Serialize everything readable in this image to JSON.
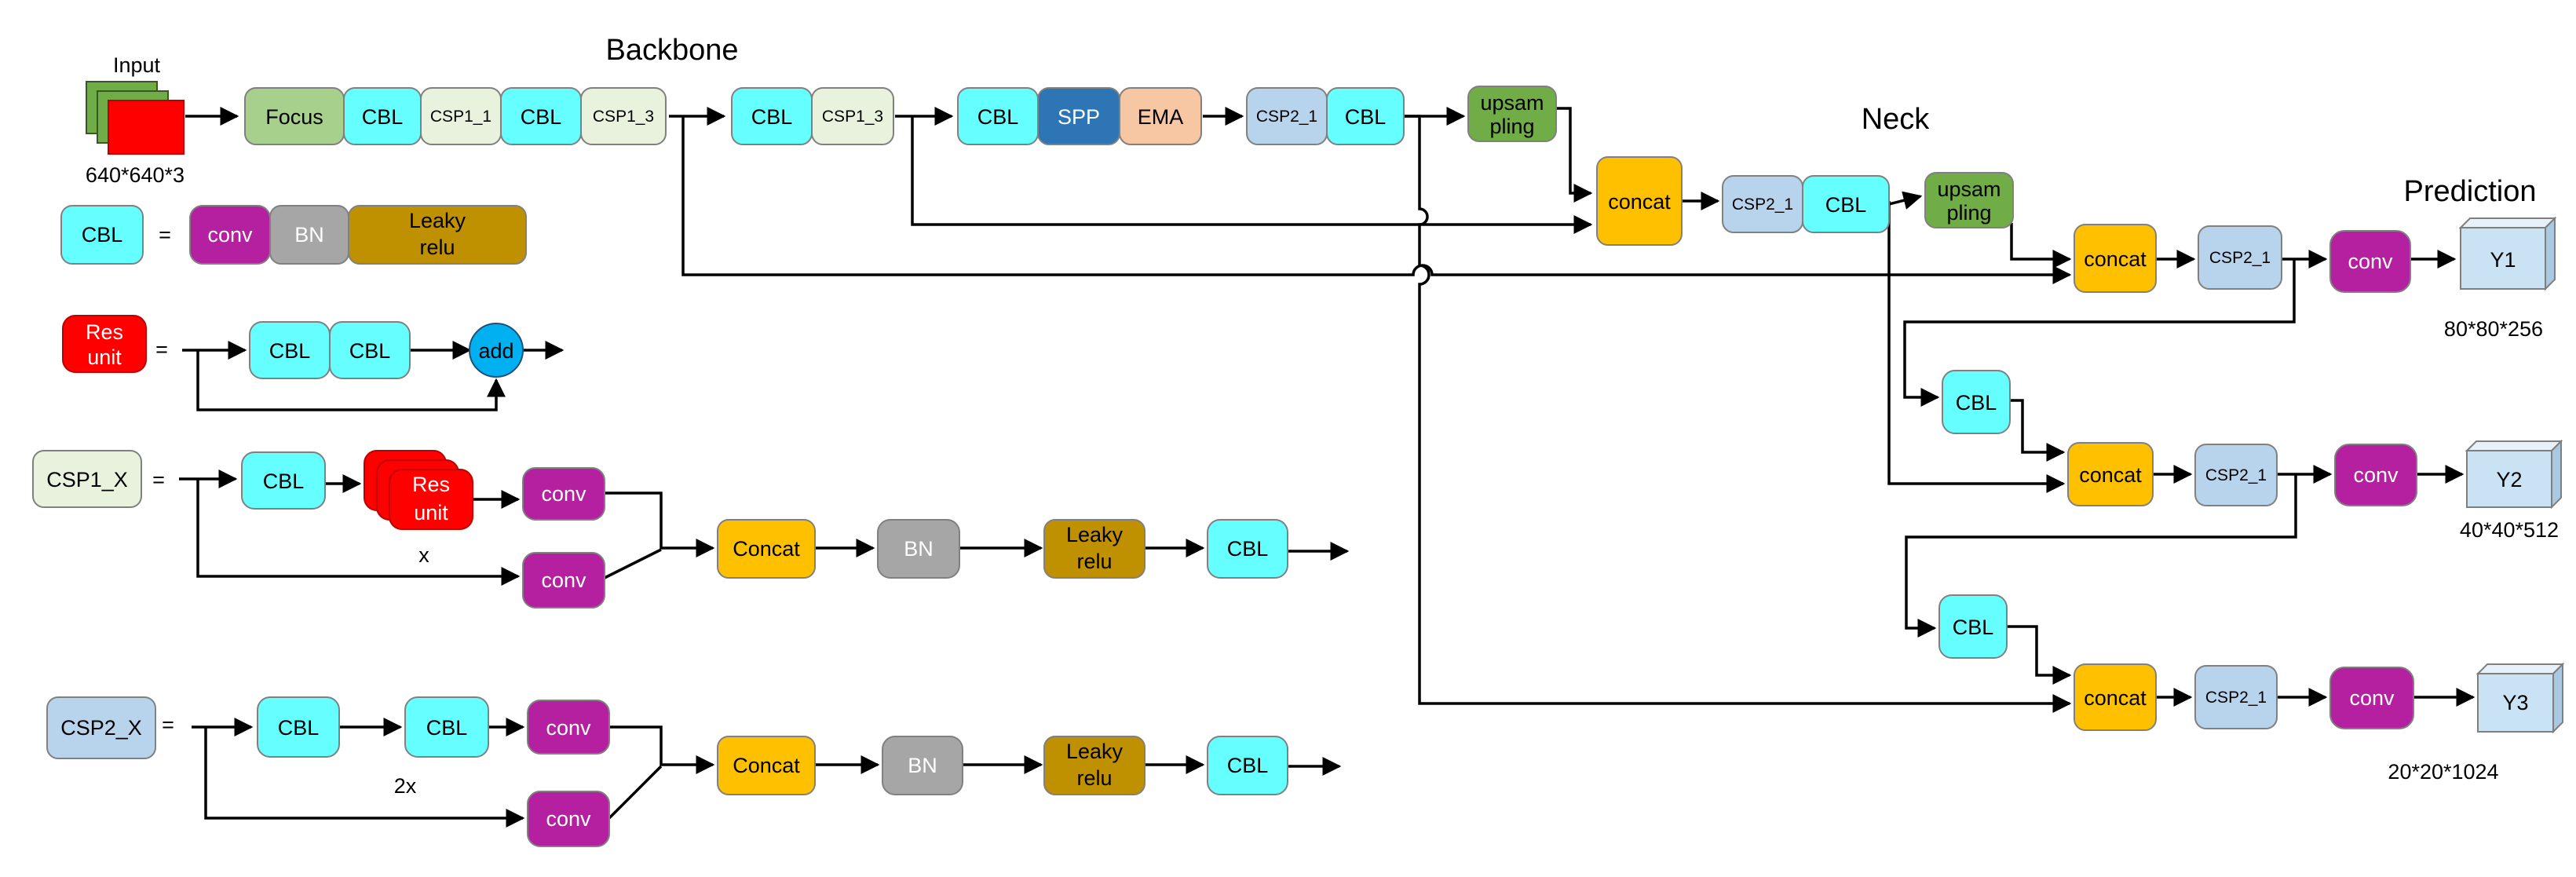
{
  "titles": {
    "backbone": "Backbone",
    "neck": "Neck",
    "prediction": "Prediction"
  },
  "input": {
    "label": "Input",
    "dims": "640*640*3"
  },
  "blocks": {
    "focus": "Focus",
    "cbl": "CBL",
    "csp1_1": "CSP1_1",
    "csp1_3": "CSP1_3",
    "spp": "SPP",
    "ema": "EMA",
    "csp2_1": "CSP2_1",
    "upsampling": [
      "upsam",
      "pling"
    ],
    "concat_lower": "concat",
    "concat_cap": "Concat",
    "conv": "conv",
    "bn": "BN",
    "leaky_relu": [
      "Leaky",
      "relu"
    ],
    "res_unit": [
      "Res",
      "unit"
    ],
    "add": "add",
    "csp1_x": "CSP1_X",
    "csp2_x": "CSP2_X",
    "equals": "="
  },
  "outputs": [
    {
      "label": "Y1",
      "dims": "80*80*256"
    },
    {
      "label": "Y2",
      "dims": "40*40*512"
    },
    {
      "label": "Y3",
      "dims": "20*20*1024"
    }
  ],
  "multipliers": {
    "csp1": "x",
    "csp2": "2x"
  },
  "colors": {
    "cbl": "#66ffff",
    "csp1": "#e8f2dc",
    "csp2": "#b8d3ec",
    "focus": "#a8d08d",
    "spp": "#2e75b6",
    "ema": "#f7c6a3",
    "upsampling": "#70ad47",
    "concat": "#ffc000",
    "conv": "#b4209f",
    "bn": "#a6a6a6",
    "leaky": "#bf9000",
    "res": "#ff0000",
    "add": "#00b0f0",
    "output": "#c9e3f5",
    "input": "#70ad47"
  }
}
